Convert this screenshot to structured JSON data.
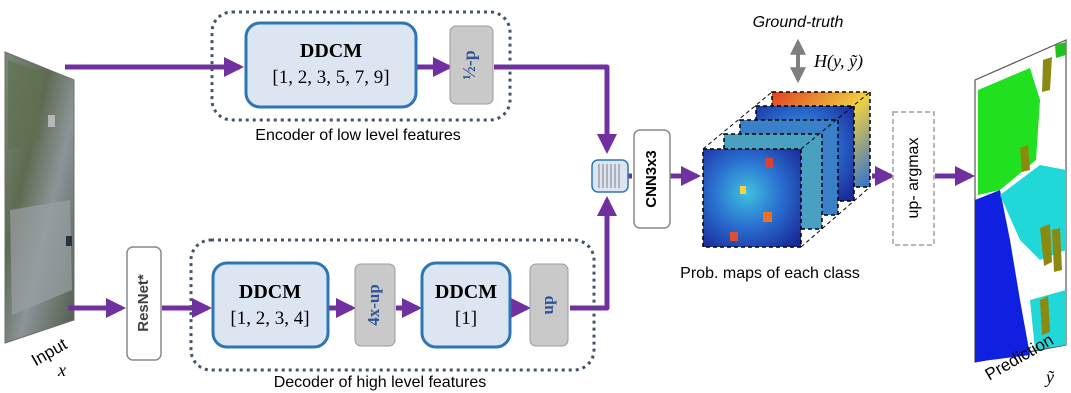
{
  "input": {
    "label": "Input",
    "var": "x"
  },
  "resnet": {
    "label": "ResNet*"
  },
  "encoder": {
    "caption": "Encoder of low level features",
    "ddcm_title": "DDCM",
    "ddcm_rates": "[1, 2, 3, 5, 7, 9]",
    "pool_label": "½-p"
  },
  "decoder": {
    "caption": "Decoder of high level features",
    "ddcm1_title": "DDCM",
    "ddcm1_rates": "[1, 2, 3, 4]",
    "upsample_label": "4x-up",
    "ddcm2_title": "DDCM",
    "ddcm2_rates": "[1]",
    "up_label": "up"
  },
  "cnn": {
    "label": "CNN3x3"
  },
  "probmaps": {
    "caption": "Prob. maps of each class",
    "groundtruth": "Ground-truth",
    "loss": "H(y, ỹ)"
  },
  "upargmax": {
    "label": "up- argmax"
  },
  "prediction": {
    "label": "Prediction",
    "var": "ỹ"
  },
  "colors": {
    "arrow": "#7030a0",
    "ddcm_fill": "#dce6f2",
    "ddcm_stroke": "#2e75b6",
    "grey_box": "#c9c9c9",
    "dotted": "#44546a",
    "text_blue": "#2f5597"
  }
}
